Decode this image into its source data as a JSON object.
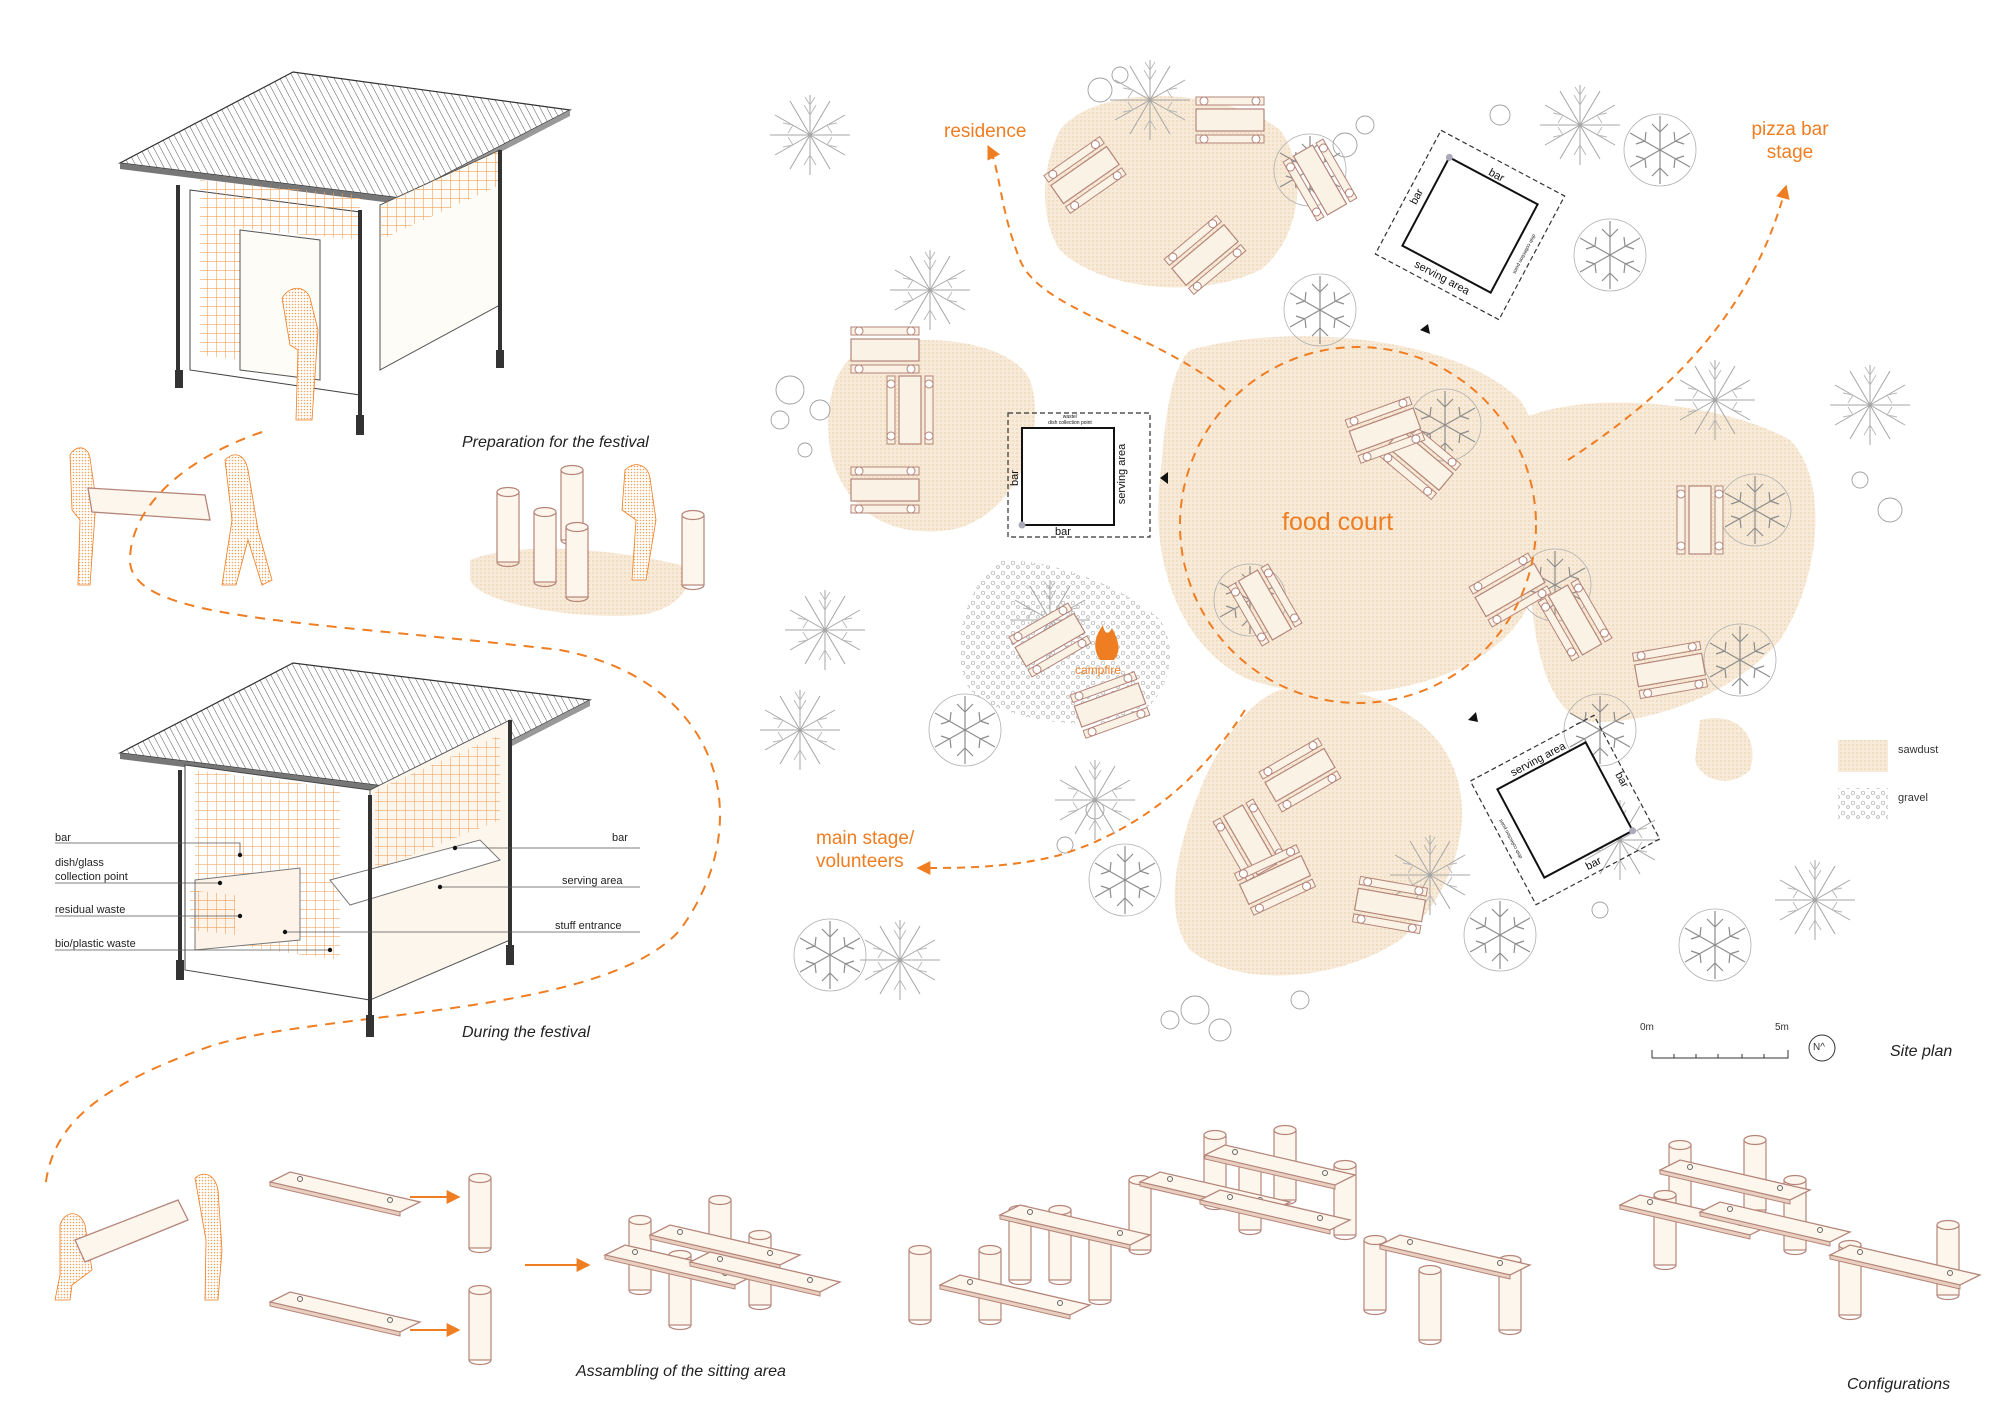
{
  "captions": {
    "preparation": "Preparation for the festival",
    "during": "During the festival",
    "assembling": "Assambling of the sitting area",
    "configurations": "Configurations",
    "site_plan": "Site plan"
  },
  "kiosk_callouts": {
    "bar_left": "bar",
    "dish_glass_1": "dish/glass",
    "dish_glass_2": "collection point",
    "residual_waste": "residual waste",
    "bio_plastic_waste": "bio/plastic  waste",
    "bar_right": "bar",
    "serving_area": "serving area",
    "stuff_entrance": "stuff entrance"
  },
  "site_labels": {
    "residence": "residence",
    "pizza_bar_1": "pizza bar",
    "pizza_bar_2": "stage",
    "food_court": "food court",
    "campfire": "campfire",
    "main_stage_1": "main stage/",
    "main_stage_2": "volunteers"
  },
  "kiosk_plan_labels": {
    "bar": "bar",
    "serving_area": "serving area",
    "dish_collection_1": "waste/",
    "dish_collection_2": "dish collection point"
  },
  "legend": {
    "sawdust": "sawdust",
    "gravel": "gravel"
  },
  "scale_bar": {
    "start": "0m",
    "end": "5m",
    "north": "N^"
  },
  "colors": {
    "accent_orange": "#ef7d22",
    "sawdust_fill": "#f6e6cf",
    "line_dark": "#333333",
    "tree_grey": "#9a9a9a",
    "wood_fill": "#fbf2e6",
    "wood_stroke": "#b5857a"
  }
}
